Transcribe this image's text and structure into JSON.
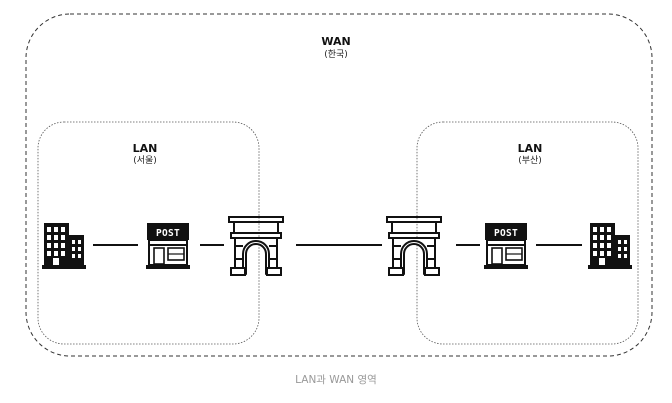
{
  "wan": {
    "title": "WAN",
    "subtitle": "(한국)"
  },
  "lan_left": {
    "title": "LAN",
    "subtitle": "(서울)"
  },
  "lan_right": {
    "title": "LAN",
    "subtitle": "(부산)"
  },
  "post_label": "POST",
  "caption": "LAN과 WAN 영역",
  "icons": [
    "building-icon",
    "post-office-icon",
    "gateway-arch-icon"
  ],
  "colors": {
    "ink": "#111111",
    "caption": "#999999",
    "border": "#333333"
  }
}
